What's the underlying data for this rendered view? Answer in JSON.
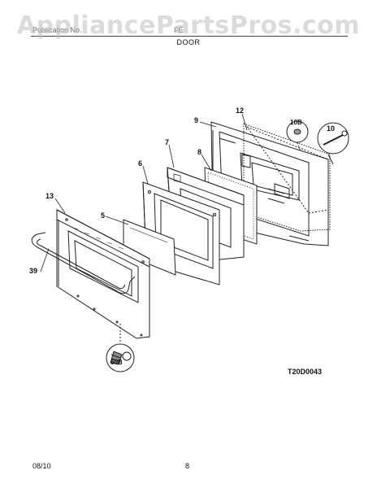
{
  "watermark": "AppliancePartsPros.com",
  "header": {
    "left_text": "Publication No. ",
    "model_text": "FE"
  },
  "section_title": "DOOR",
  "footer": {
    "date": "08/10",
    "page": "8"
  },
  "drawing_code": "T20D0043",
  "callouts": {
    "handle": "39",
    "outer_panel": "13",
    "screw": "60B",
    "window_glass": "5",
    "inner_frame": "6",
    "insulation_frame": "7",
    "insulation": "8",
    "inner_door": "9",
    "door_seal": "12",
    "hinge": "10",
    "hinge_receptacle": "10B"
  }
}
